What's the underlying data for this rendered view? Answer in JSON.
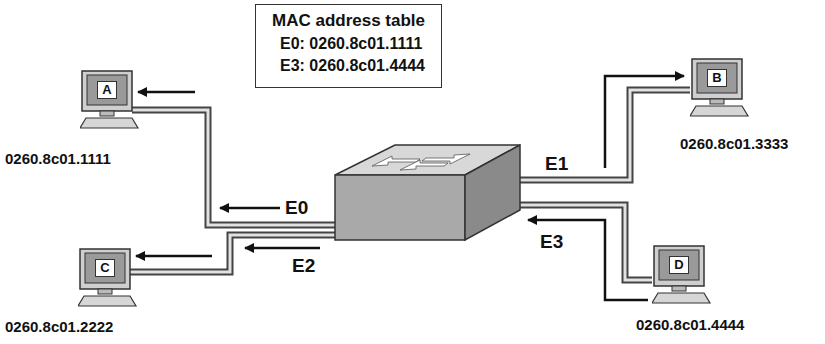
{
  "diagram": {
    "nodes": [
      {
        "text": [
          "MAC address table",
          "E0: 0260.8c01.1111",
          "E3: 0260.8c01.4444"
        ]
      },
      {
        "text": [
          "A",
          "0260.8c01.1111"
        ]
      },
      {
        "text": [
          "B",
          "0260.8c01.3333"
        ]
      },
      {
        "text": [
          "C",
          "0260.8c01.2222"
        ]
      },
      {
        "text": [
          "D",
          "0260.8c01.4444"
        ]
      }
    ],
    "labels": [
      "E0",
      "E1",
      "E2",
      "E3"
    ]
  }
}
